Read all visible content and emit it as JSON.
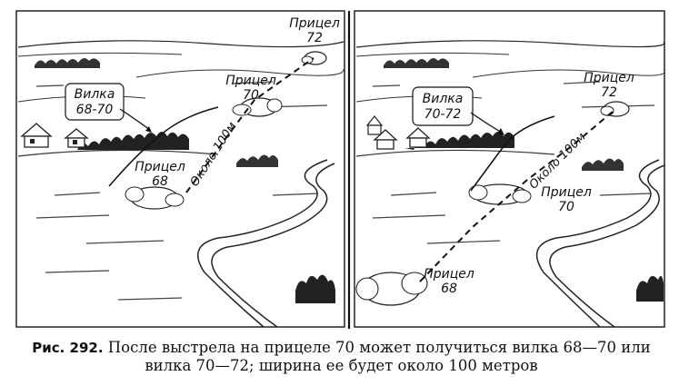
{
  "panels": [
    {
      "vilka_line1": "Вилка",
      "vilka_line2": "68-70",
      "sights": [
        {
          "word": "Прицел",
          "value": "72"
        },
        {
          "word": "Прицел",
          "value": "70"
        },
        {
          "word": "Прицел",
          "value": "68"
        }
      ],
      "distance_label": "Около 100м"
    },
    {
      "vilka_line1": "Вилка",
      "vilka_line2": "70-72",
      "sights": [
        {
          "word": "Прицел",
          "value": "72"
        },
        {
          "word": "Прицел",
          "value": "70"
        },
        {
          "word": "Прицел",
          "value": "68"
        }
      ],
      "distance_label": "Около 100м"
    }
  ],
  "caption": {
    "lead": "Рис. 292.",
    "line1": "После выстрела на прицеле 70 может получиться вилка 68—70 или",
    "line2": "вилка 70—72; ширина ее будет около 100 метров"
  }
}
